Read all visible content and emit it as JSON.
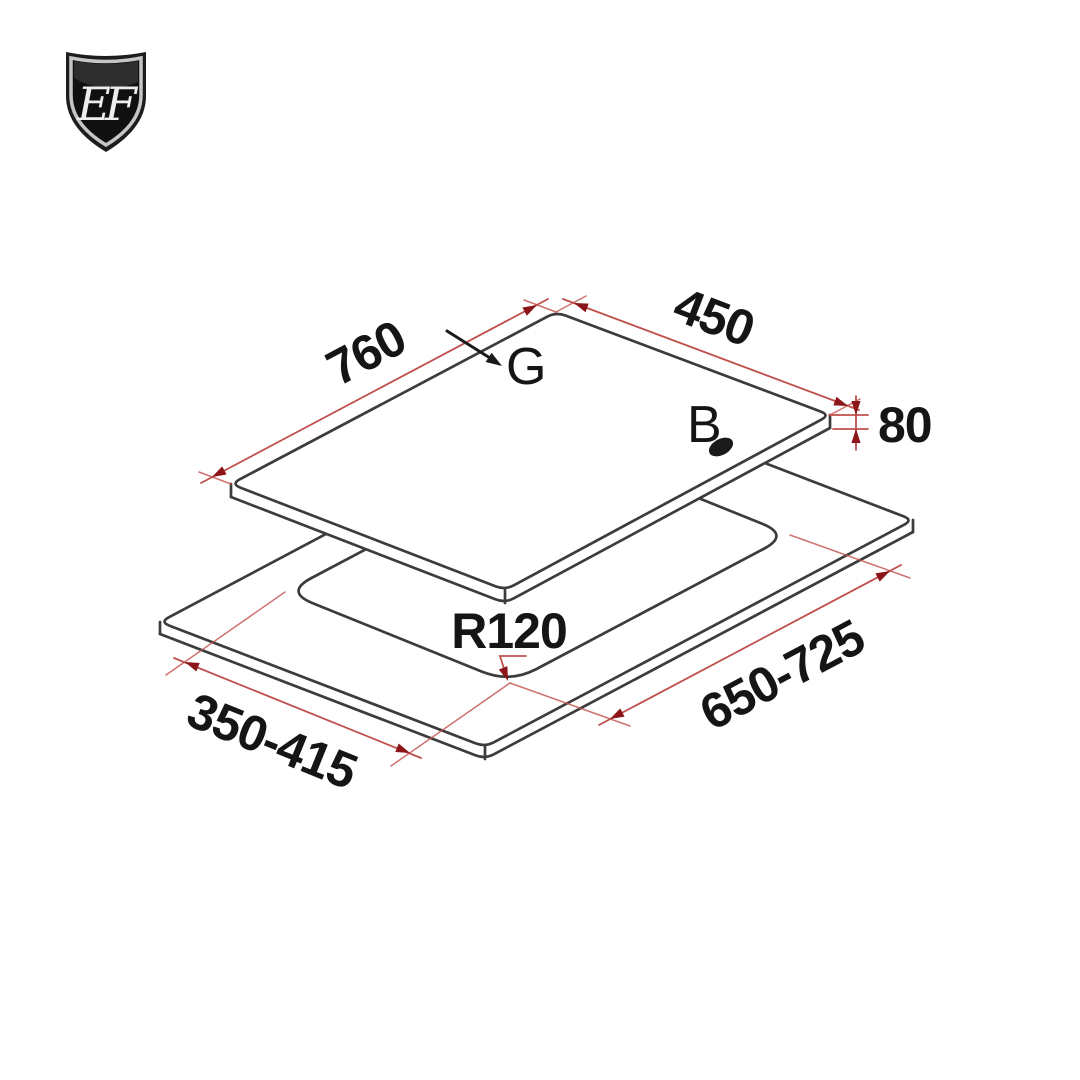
{
  "logo": {
    "monogram": "EF"
  },
  "diagram": {
    "labels": {
      "depth": "760",
      "width": "450",
      "height": "80",
      "gas_inlet": "G",
      "junction_box": "B",
      "corner_radius": "R120",
      "cutout_depth": "350-415",
      "cutout_width": "650-725"
    }
  },
  "colors": {
    "outline": "#3c3c3c",
    "dimension_line": "#c0504d",
    "dimension_arrow": "#8b1518",
    "label_text": "#151515",
    "shield_fill": "#101010",
    "shield_border": "#c6c6c6",
    "shield_monogram": "#ededed"
  }
}
